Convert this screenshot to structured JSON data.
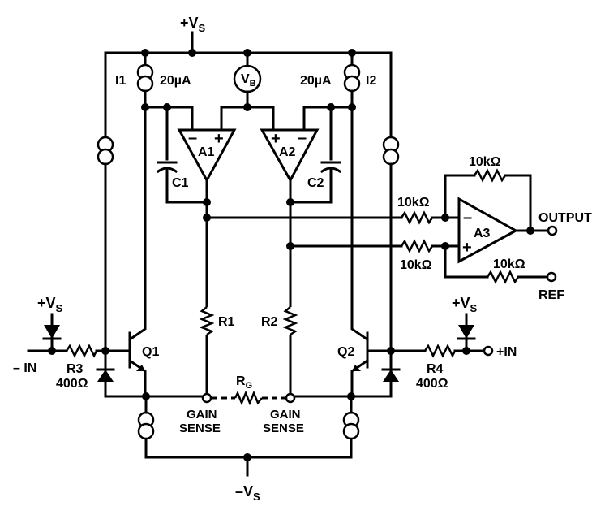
{
  "labels": {
    "vs_top": "+V",
    "vs_top_sub": "S",
    "vs_bottom": "–V",
    "vs_bottom_sub": "S",
    "vs_left": "+V",
    "vs_left_sub": "S",
    "vs_right": "+V",
    "vs_right_sub": "S",
    "i1": "I1",
    "i1_value": "20µA",
    "i2": "I2",
    "i2_value": "20µA",
    "vb": "V",
    "vb_sub": "B",
    "a1": "A1",
    "a2": "A2",
    "a3": "A3",
    "c1": "C1",
    "c2": "C2",
    "r1": "R1",
    "r2": "R2",
    "r3": "R3",
    "r3_value": "400Ω",
    "r4": "R4",
    "r4_value": "400Ω",
    "rg": "R",
    "rg_sub": "G",
    "q1": "Q1",
    "q2": "Q2",
    "in_minus": "– IN",
    "in_plus": "+IN",
    "output": "OUTPUT",
    "ref": "REF",
    "r_fb": "10kΩ",
    "r_in_top": "10kΩ",
    "r_in_bottom": "10kΩ",
    "r_ref": "10kΩ",
    "gain_sense_left_1": "GAIN",
    "gain_sense_left_2": "SENSE",
    "gain_sense_right_1": "GAIN",
    "gain_sense_right_2": "SENSE",
    "plus_sign": "+",
    "minus_sign": "–"
  }
}
